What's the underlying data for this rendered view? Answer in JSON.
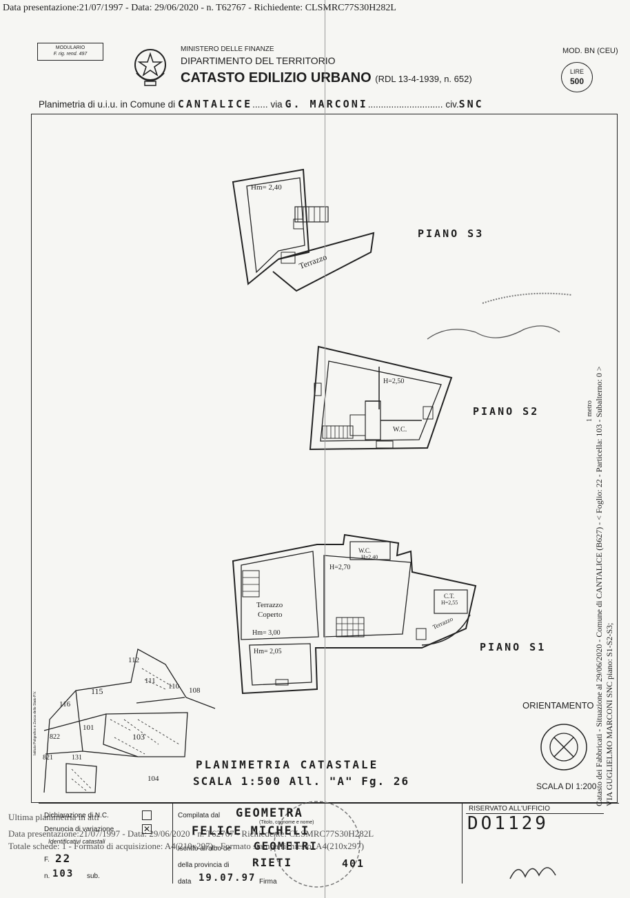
{
  "header": {
    "top_line": "Data presentazione:21/07/1997 - Data: 29/06/2020 - n. T62767 - Richiedente: CLSMRC77S30H282L",
    "modulario_1": "MODULARIO",
    "modulario_2": "F. rig. rend. 497",
    "ministry": "MINISTERO DELLE FINANZE",
    "department": "DIPARTIMENTO DEL TERRITORIO",
    "catasto": "CATASTO EDILIZIO URBANO",
    "rdl": "(RDL 13-4-1939, n. 652)",
    "mod": "MOD. BN (CEU)",
    "lire_label": "LIRE",
    "lire_value": "500"
  },
  "plan_row": {
    "prefix": "Planimetria di u.i.u. in Comune di",
    "comune": "CANTALICE",
    "via_label": "via",
    "via": "G. MARCONI",
    "civ_label": "civ.",
    "civ": "SNC"
  },
  "floors": {
    "s3": {
      "label": "PIANO S3",
      "height": "Hm= 2,40",
      "terrace": "Terrazzo"
    },
    "s2": {
      "label": "PIANO S2",
      "height": "H=2,50",
      "wc": "W.C."
    },
    "s1": {
      "label": "PIANO S1",
      "height_main": "H=2,70",
      "wc": "W.C.",
      "wc_h": "H=2,40",
      "ct": "C.T.",
      "ct_h": "H=2,55",
      "terrace_covered_1": "Terrazzo",
      "terrace_covered_2": "Coperto",
      "hm1": "Hm= 3,00",
      "hm2": "Hm= 2,05",
      "terrace": "Terrazzo"
    }
  },
  "map": {
    "parcels": [
      "112",
      "111",
      "110",
      "108",
      "115",
      "116",
      "101",
      "103",
      "822",
      "821",
      "131",
      "104"
    ],
    "publisher": "Istituto Poligrafico e Zecca dello Stato P.V."
  },
  "title_block": {
    "line1": "PLANIMETRIA CATASTALE",
    "line2": "SCALA 1:500  All. \"A\" Fg. 26"
  },
  "orientation": {
    "label": "ORIENTAMENTO",
    "scale": "SCALA DI 1:200"
  },
  "side_text": {
    "line1": "Catasto dei Fabbricati - Situazione al 29/06/2020 - Comune di CANTALICE (B627) - < Foglio: 22 - Particella: 103 - Subalterno: 0 >",
    "line2": "VIA GUGLIELMO MARCONI SNC piano: S1-S2-S3;",
    "mark": "1 metro"
  },
  "bottom": {
    "dichiarazione": "Dichiarazione di N.C.",
    "denuncia": "Denuncia di variazione",
    "identificativi": "Identificativi catastali",
    "foglio_label": "F.",
    "foglio": "22",
    "num_label": "n.",
    "num": "103",
    "sub_label": "sub.",
    "compilata": "Compilata dal",
    "compilata_val": "GEOMETRA",
    "titolo": "(Titolo, cognome e nome)",
    "nome": "FELICE MICHELI",
    "iscritto": "Iscritto all'albo de",
    "iscritto_val": "GEOMETRI",
    "provincia": "della provincia di",
    "provincia_val": "RIETI",
    "provincia_num": "401",
    "data_label": "data",
    "data_val": "19.07.97",
    "firma": "Firma",
    "riservato": "RISERVATO ALL'UFFICIO",
    "protocol": "DO1129"
  },
  "overlay": {
    "ultima": "Ultima planimetria in atti",
    "line2": "Data presentazione:21/07/1997 - Data: 29/06/2020 - n. T62767 - Richiedente: CLSMRC77S30H282L",
    "line3": "Totale schede: 1 - Formato di acquisizione: A4(210x297) - Formato stampa richiesto: A4(210x297)"
  }
}
